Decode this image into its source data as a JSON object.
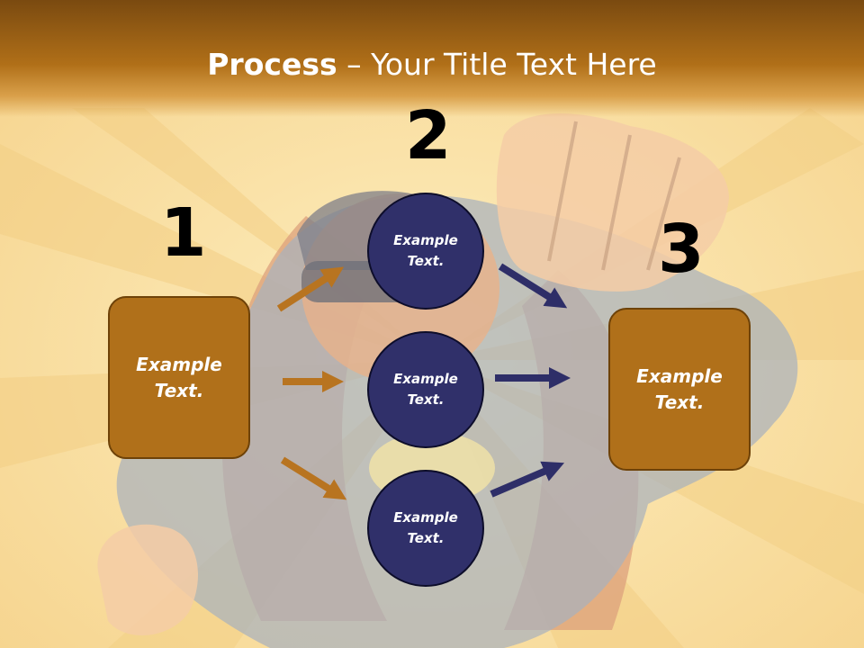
{
  "slide": {
    "title_bold": "Process",
    "title_rest": " – Your Title Text Here"
  },
  "steps": {
    "step1_number": "1",
    "step2_number": "2",
    "step3_number": "3"
  },
  "left_box": {
    "line1": "Example",
    "line2": "Text."
  },
  "circles": [
    {
      "line1": "Example",
      "line2": "Text."
    },
    {
      "line1": "Example",
      "line2": "Text."
    },
    {
      "line1": "Example",
      "line2": "Text."
    }
  ],
  "right_box": {
    "line1": "Example",
    "line2": "Text."
  },
  "colors": {
    "header": "#b06f18",
    "box_fill": "#b0701a",
    "circle_fill": "#30306a",
    "orange_arrow": "#b87420",
    "navy_arrow": "#2e2e68"
  },
  "background_image": "superhero-flying-illustration"
}
